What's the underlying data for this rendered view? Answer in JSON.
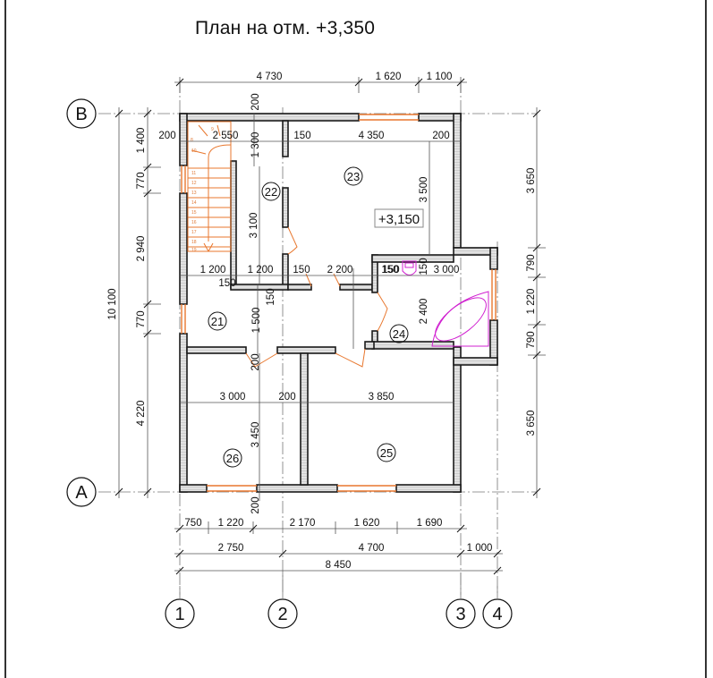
{
  "title": "План на отм. +3,350",
  "level_mark": "+3,150",
  "axes": {
    "horizontal": [
      "B",
      "A"
    ],
    "vertical": [
      "1",
      "2",
      "3",
      "4"
    ]
  },
  "rooms": [
    "21",
    "22",
    "23",
    "24",
    "25",
    "26"
  ],
  "stair_steps": [
    "8",
    "9",
    "10",
    "11",
    "12",
    "13",
    "14",
    "15",
    "16",
    "17",
    "18",
    "19"
  ],
  "dims": {
    "top": [
      "4 730",
      "1 620",
      "1 100"
    ],
    "left_inner": [
      "1 400",
      "770",
      "2 940",
      "770",
      "4 220"
    ],
    "left_total": "10 100",
    "right": [
      "3 650",
      "790",
      "1 220",
      "790",
      "3 650"
    ],
    "bottom_row1": [
      "750",
      "1 220",
      "2 170",
      "1 620",
      "1 690"
    ],
    "bottom_row2": [
      "2 750",
      "4 700",
      "1 000"
    ],
    "bottom_total": "8 450",
    "interior": {
      "w_200_top": "200",
      "stair_200": "200",
      "stair_2550": "2 550",
      "stair_1300": "1 300",
      "r23_150": "150",
      "r23_4350": "4 350",
      "r23_200": "200",
      "r23_3500": "3 500",
      "r22_3100": "3 100",
      "hall_1200a": "1 200",
      "hall_150a": "150",
      "hall_1200b": "1 200",
      "hall_150b": "150",
      "hall_2200": "2 200",
      "hall_150c": "150",
      "hall_150v": "150",
      "hall_1500": "1 500",
      "hall_200": "200",
      "r24_150a": "150",
      "r24_150b": "150",
      "r24_3000": "3 000",
      "r24_2400": "2 400",
      "r26_3000": "3 000",
      "r26_200": "200",
      "r25_3850": "3 850",
      "r26_3450": "3 450",
      "bottom_200": "200"
    }
  },
  "colors": {
    "wall": "#1a1a1a",
    "wall_fill": "#d8d8d8",
    "window": "#e8772e",
    "stair": "#e8772e",
    "plumbing": "#d020d0",
    "dim_line": "#555555"
  }
}
